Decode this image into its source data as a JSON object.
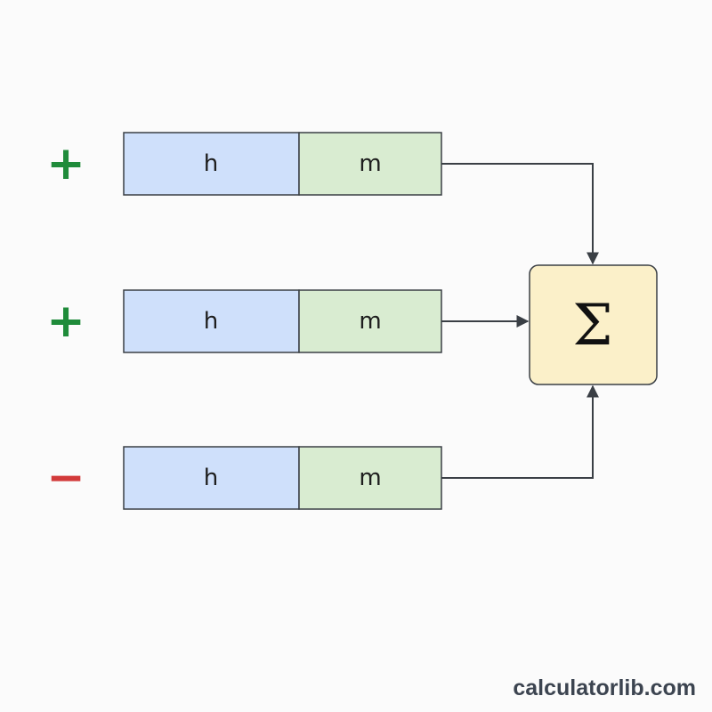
{
  "rows": [
    {
      "sign": "+",
      "sign_color": "#1f8b3a",
      "left_label": "h",
      "right_label": "m"
    },
    {
      "sign": "+",
      "sign_color": "#1f8b3a",
      "left_label": "h",
      "right_label": "m"
    },
    {
      "sign": "−",
      "sign_color": "#d23a3a",
      "left_label": "h",
      "right_label": "m"
    }
  ],
  "sum": {
    "symbol": "Σ"
  },
  "colors": {
    "h_fill": "#cfe0fb",
    "m_fill": "#d9ecd1",
    "sum_fill": "#fbf0c9",
    "line": "#3a3f45"
  },
  "footer": {
    "watermark": "calculatorlib.com"
  }
}
